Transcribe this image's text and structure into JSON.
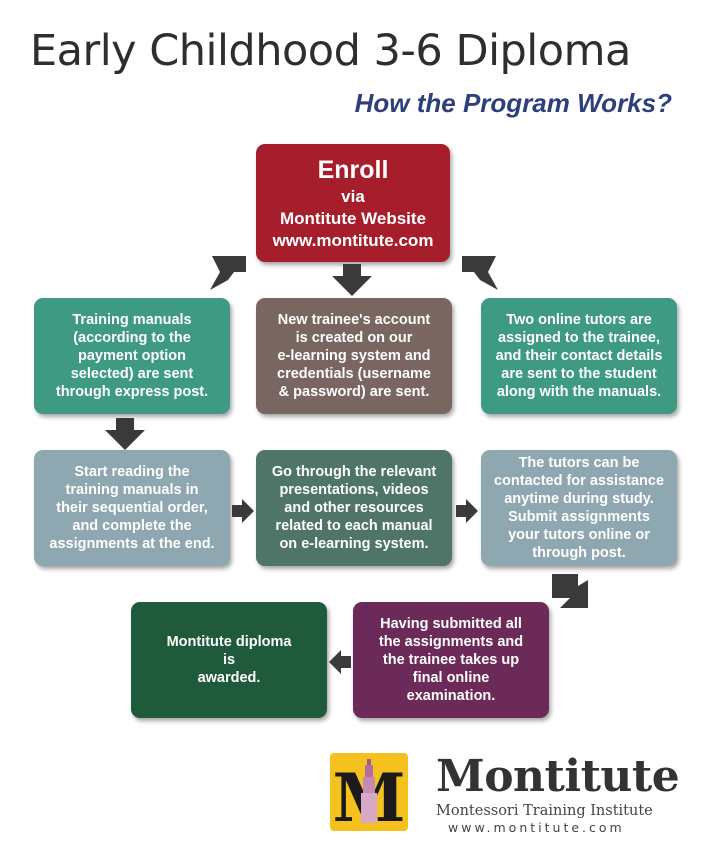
{
  "header": {
    "title": "Early Childhood 3-6 Diploma",
    "subtitle": "How the Program Works?"
  },
  "enroll": {
    "heading": "Enroll",
    "lines": [
      "via",
      "Montitute Website",
      "www.montitute.com"
    ],
    "color": "#a61e2b"
  },
  "steps": {
    "manuals": {
      "lines": [
        "Training manuals",
        "(according to the",
        "payment option",
        "selected) are sent",
        "through express post."
      ],
      "color": "#3f9a83"
    },
    "account": {
      "lines": [
        "New trainee's account",
        "is created on our",
        "e-learning system and",
        "credentials (username",
        "& password) are sent."
      ],
      "color": "#7a6660"
    },
    "tutors": {
      "lines": [
        "Two online tutors are",
        "assigned to the trainee,",
        "and their contact details",
        "are sent to the student",
        "along with the manuals."
      ],
      "color": "#3f9a83"
    },
    "reading": {
      "lines": [
        "Start reading the",
        "training manuals in",
        "their sequential order,",
        "and complete the",
        "assignments at the end."
      ],
      "color": "#8fa7b1"
    },
    "presentations": {
      "lines": [
        "Go through the relevant",
        "presentations, videos",
        "and other resources",
        "related to each manual",
        "on e-learning system."
      ],
      "color": "#4f7468"
    },
    "assistance": {
      "lines": [
        "The tutors can be",
        "contacted for assistance",
        "anytime during study.",
        "Submit assignments",
        "your tutors online or",
        "through post."
      ],
      "color": "#8fa7b1"
    },
    "exam": {
      "lines": [
        "Having submitted all",
        "the assignments and",
        "the trainee takes up",
        "final online",
        "examination."
      ],
      "color": "#6b2a57"
    },
    "diploma": {
      "lines": [
        "Montitute diploma",
        "is",
        "awarded."
      ],
      "color": "#1f5a3b"
    }
  },
  "brand": {
    "name": "Montitute",
    "tagline": "Montessori Training Institute",
    "url": "www.montitute.com",
    "logo_letter": "M",
    "logo_color": "#f4c11f"
  },
  "arrow_color": "#3a3a3a"
}
